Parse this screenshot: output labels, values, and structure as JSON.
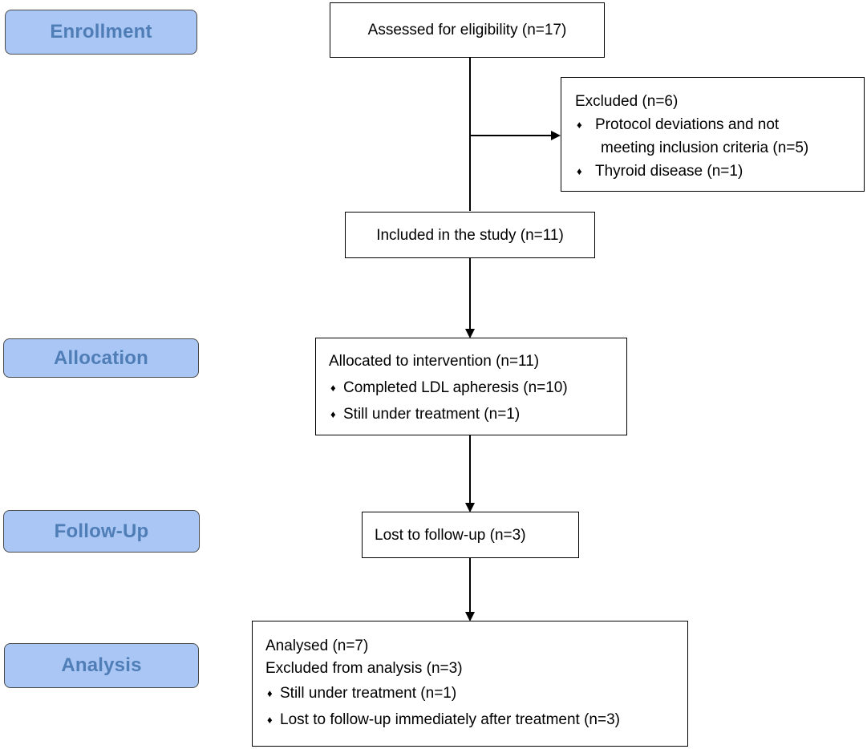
{
  "phases": {
    "enrollment": "Enrollment",
    "allocation": "Allocation",
    "follow_up": "Follow-Up",
    "analysis": "Analysis"
  },
  "boxes": {
    "assessed": {
      "title": "Assessed for eligibility (n=17)"
    },
    "excluded": {
      "title": "Excluded (n=6)",
      "items": [
        {
          "line1": "Protocol deviations and not",
          "line2": "meeting inclusion criteria (n=5)"
        },
        {
          "line1": "Thyroid disease (n=1)"
        }
      ]
    },
    "included": {
      "title": "Included in the study (n=11)"
    },
    "allocated": {
      "title": "Allocated to intervention (n=11)",
      "items": [
        "Completed LDL apheresis (n=10)",
        "Still under treatment (n=1)"
      ]
    },
    "lost": {
      "title": "Lost to follow-up (n=3)"
    },
    "analysed": {
      "title": "Analysed (n=7)",
      "subtitle": "Excluded from analysis (n=3)",
      "items": [
        "Still under treatment (n=1)",
        "Lost to follow-up immediately after treatment (n=3)"
      ]
    }
  },
  "bullet_glyph": "♦",
  "colors": {
    "phase_fill": "#a9c6f5",
    "phase_text": "#4f7db6",
    "line": "#000000"
  }
}
